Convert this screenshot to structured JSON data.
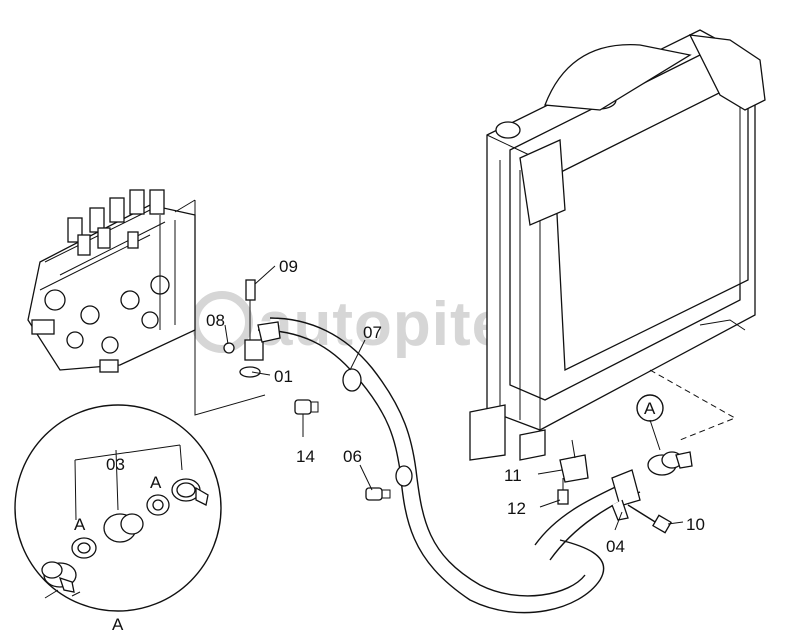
{
  "watermark": "autopiter.ru",
  "callouts": {
    "c01": "01",
    "c03": "03",
    "c04": "04",
    "c06": "06",
    "c07": "07",
    "c08": "08",
    "c09": "09",
    "c10": "10",
    "c11": "11",
    "c12": "12",
    "c14": "14"
  },
  "detail": {
    "label_a_main": "A",
    "label_a_inner1": "A",
    "label_a_inner2": "A",
    "label_a_ref": "A"
  }
}
